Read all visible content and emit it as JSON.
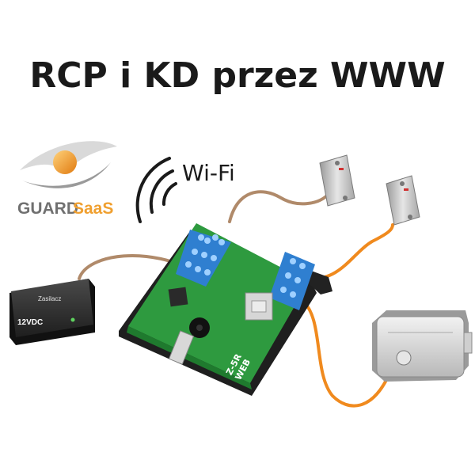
{
  "title": "RCP i KD przez WWW",
  "wifi": {
    "label": "Wi-Fi"
  },
  "brand": {
    "part1": "GUARD",
    "part2": "SaaS"
  },
  "power_supply": {
    "name": "Zasilacz",
    "voltage": "12VDC"
  },
  "controller": {
    "model": "Z-5R",
    "variant": "WEB"
  },
  "colors": {
    "title": "#1a1a1a",
    "board": "#2e9a3f",
    "board_dark": "#1f7a2e",
    "terminal": "#2f7fd0",
    "cable_brown": "#b08a6a",
    "cable_orange": "#f08a1e",
    "brand_gold": "#f0a030",
    "brand_grey": "#707070"
  }
}
